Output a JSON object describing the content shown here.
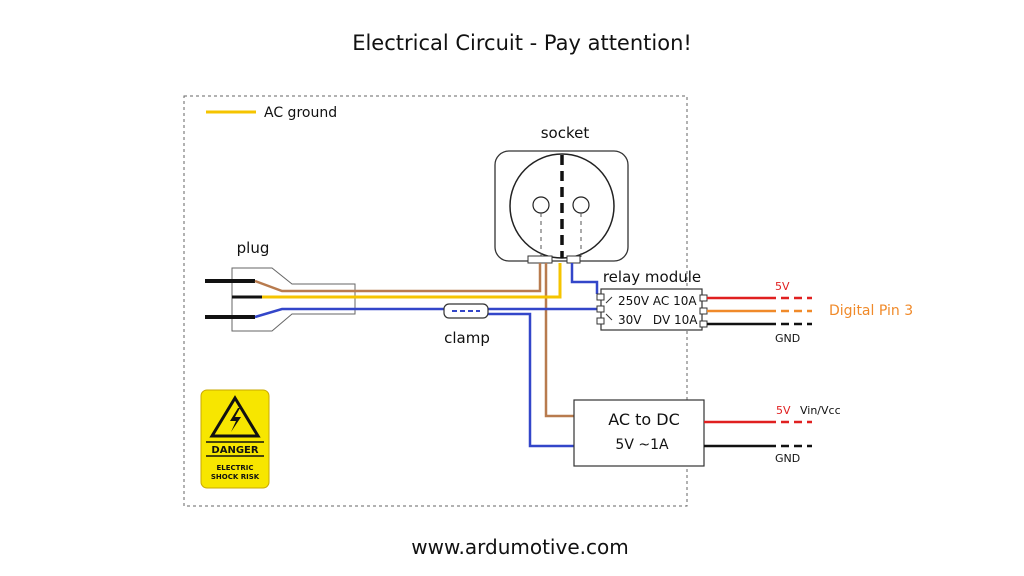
{
  "title": "Electrical Circuit - Pay attention!",
  "footer": "www.ardumotive.com",
  "legend": {
    "label": "AC ground",
    "color": "#f5c400"
  },
  "components": {
    "socket": "socket",
    "plug": "plug",
    "clamp": "clamp",
    "relay": {
      "name": "relay module",
      "rating_ac": "250V AC 10A",
      "rating_dc": "30V   DV 10A"
    },
    "converter": {
      "line1": "AC to DC",
      "line2": "5V ~1A"
    },
    "danger_sign": {
      "heading": "DANGER",
      "line1": "ELECTRIC",
      "line2": "SHOCK RISK"
    }
  },
  "relay_pins": {
    "vcc": "5V",
    "signal": "Digital Pin 3",
    "gnd": "GND"
  },
  "converter_pins": {
    "vcc": "5V",
    "vcc_desc": "Vin/Vcc",
    "gnd": "GND"
  },
  "colors": {
    "live": "#b87b4e",
    "neutral": "#3346c9",
    "ground": "#f5c400",
    "red": "#e02020",
    "orange": "#f08a2a",
    "black": "#111111"
  }
}
